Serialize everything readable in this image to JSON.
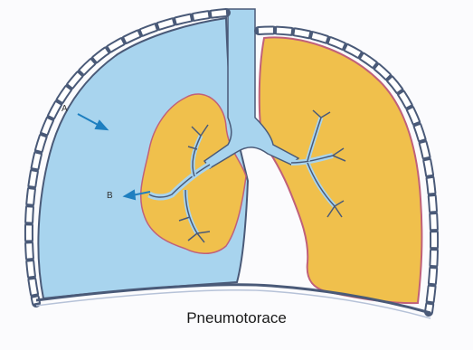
{
  "diagram": {
    "caption": "Pneumotorace",
    "label_a": "A",
    "label_b": "B"
  },
  "colors": {
    "pleural_air": "#a8d4ee",
    "lung_tissue": "#f0c04c",
    "lung_border": "#c0607a",
    "airway": "#a8d4ee",
    "outline": "#4a5a78",
    "rib": "#ffffff",
    "background": "#ffffff"
  }
}
